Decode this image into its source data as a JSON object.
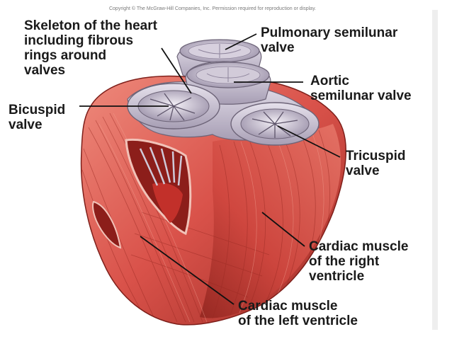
{
  "copyright": "Copyright © The McGraw-Hill Companies, Inc. Permission required for reproduction or display.",
  "labels": {
    "skeleton": [
      "Skeleton of the heart",
      "including fibrous",
      "rings around",
      "valves"
    ],
    "pulmonary": [
      "Pulmonary semilunar",
      "valve"
    ],
    "aortic": [
      "Aortic",
      "semilunar valve"
    ],
    "bicuspid": [
      "Bicuspid",
      "valve"
    ],
    "tricuspid": [
      "Tricuspid",
      "valve"
    ],
    "right_ventricle": [
      "Cardiac muscle",
      "of the right",
      "ventricle"
    ],
    "left_ventricle": [
      "Cardiac muscle",
      "of the left ventricle"
    ]
  },
  "colors": {
    "muscle": "#d9524a",
    "muscle_dark": "#a8302a",
    "muscle_light": "#ef8f82",
    "valve": "#c9c1d4",
    "valve_dark": "#8e849c",
    "text": "#1a1a1a"
  }
}
